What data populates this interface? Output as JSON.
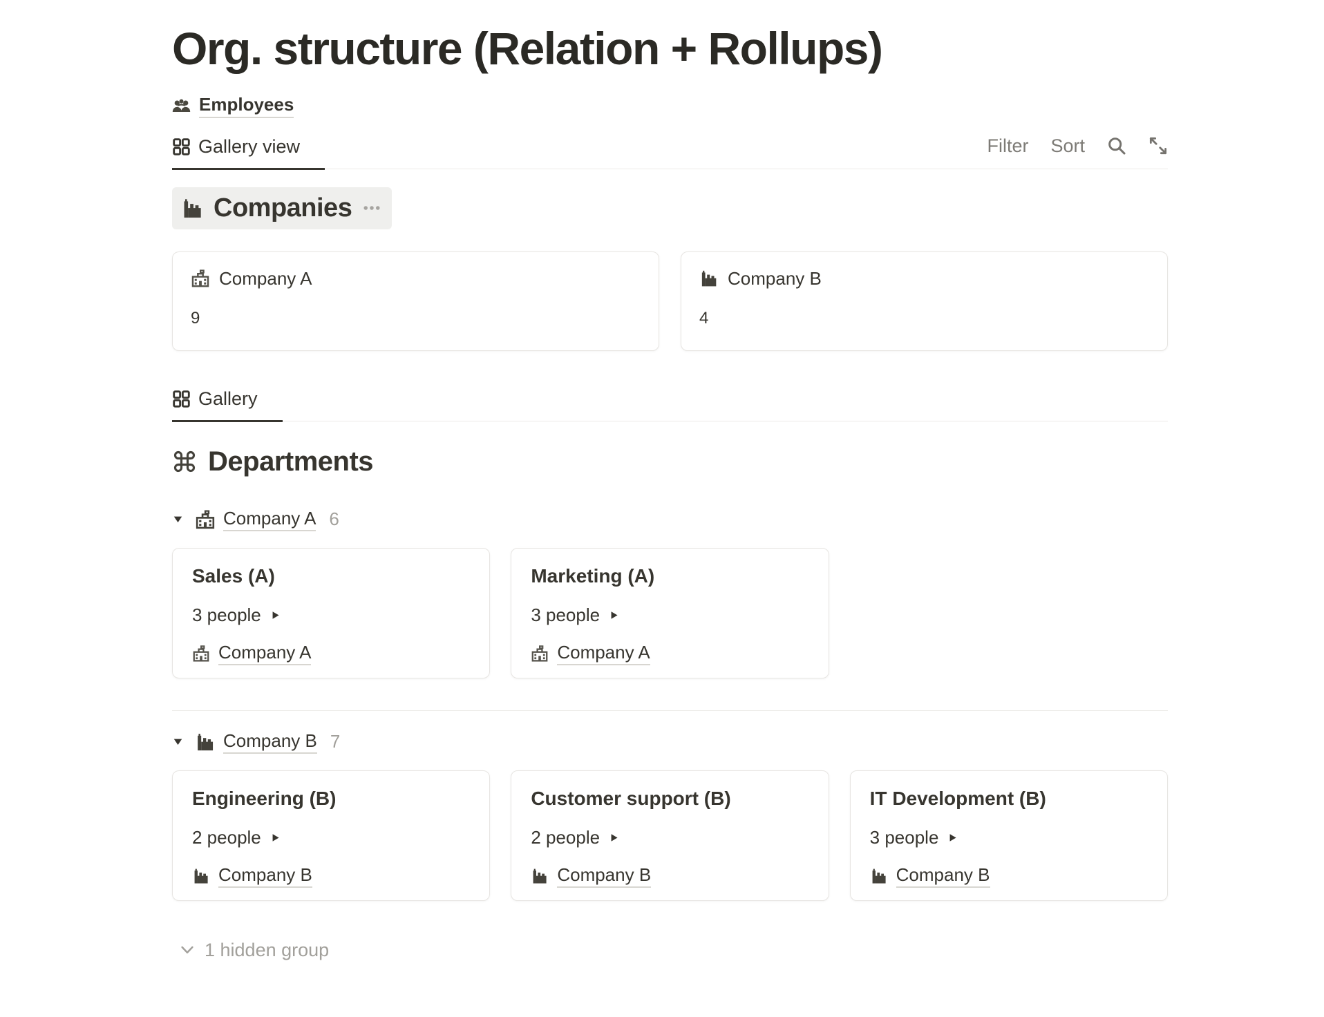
{
  "colors": {
    "text": "#37352f",
    "toolbar_gray": "#7d7b76",
    "count_gray": "#a2a09b",
    "pill_background": "#efefed",
    "card_border": "#e7e5e2",
    "tab_underline": "#37352f",
    "row_border": "#eceae7"
  },
  "page": {
    "title": "Org. structure (Relation + Rollups)"
  },
  "breadcrumb": {
    "label": "Employees",
    "icon": "people-icon"
  },
  "toolbar": {
    "view_tab": "Gallery view",
    "view_tab_icon": "gallery-grid-icon",
    "filter": "Filter",
    "sort": "Sort",
    "search_icon": "search-icon",
    "expand_icon": "expand-icon"
  },
  "companies": {
    "title": "Companies",
    "icon": "factory-icon",
    "menu_icon": "ellipsis-icon",
    "cards": [
      {
        "name": "Company A",
        "icon": "school-building-icon",
        "rollup": "9"
      },
      {
        "name": "Company B",
        "icon": "factory-icon",
        "rollup": "4"
      }
    ]
  },
  "departments": {
    "view_tab": "Gallery",
    "view_tab_icon": "gallery-grid-icon",
    "title": "Departments",
    "icon": "command-icon",
    "groups": [
      {
        "name": "Company A",
        "icon": "school-building-icon",
        "count": "6",
        "toggle_icon": "triangle-down-icon",
        "cards": [
          {
            "title": "Sales (A)",
            "people": "3 people",
            "people_icon": "play-icon",
            "company": "Company A",
            "company_icon": "school-building-icon"
          },
          {
            "title": "Marketing (A)",
            "people": "3 people",
            "people_icon": "play-icon",
            "company": "Company A",
            "company_icon": "school-building-icon"
          }
        ]
      },
      {
        "name": "Company B",
        "icon": "factory-icon",
        "count": "7",
        "toggle_icon": "triangle-down-icon",
        "cards": [
          {
            "title": "Engineering (B)",
            "people": "2 people",
            "people_icon": "play-icon",
            "company": "Company B",
            "company_icon": "factory-icon"
          },
          {
            "title": "Customer support (B)",
            "people": "2 people",
            "people_icon": "play-icon",
            "company": "Company B",
            "company_icon": "factory-icon"
          },
          {
            "title": "IT Development (B)",
            "people": "3 people",
            "people_icon": "play-icon",
            "company": "Company B",
            "company_icon": "factory-icon"
          }
        ]
      }
    ],
    "hidden_group_label": "1 hidden group",
    "hidden_group_icon": "chevron-down-icon"
  }
}
